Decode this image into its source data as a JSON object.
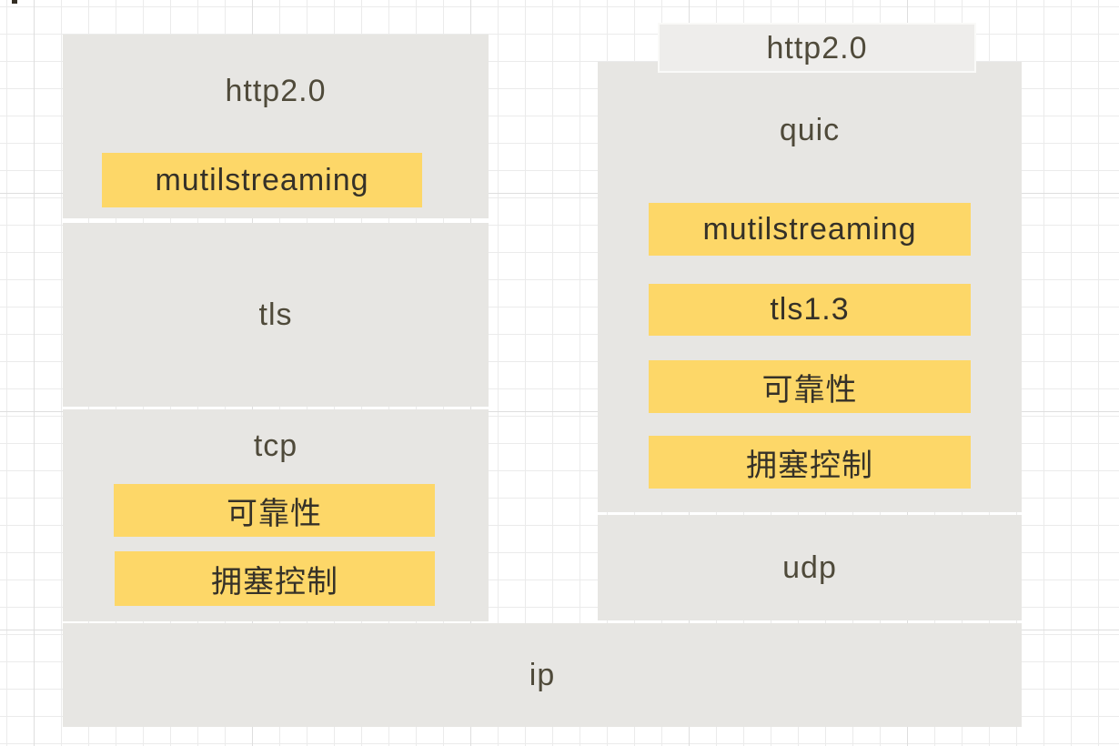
{
  "colors": {
    "layer_fill": "#e7e6e3",
    "feature_fill": "#fdd768",
    "overlay_fill": "#eeedeb",
    "label_text": "#4f4a3a",
    "feature_text": "#353128"
  },
  "stacks": {
    "left": {
      "layers": [
        {
          "label": "http2.0",
          "chips": [
            {
              "label": "mutilstreaming"
            }
          ]
        },
        {
          "label": "tls",
          "chips": []
        },
        {
          "label": "tcp",
          "chips": [
            {
              "label": "可靠性"
            },
            {
              "label": "拥塞控制"
            }
          ]
        }
      ]
    },
    "right": {
      "overlay": {
        "label": "http2.0"
      },
      "layers": [
        {
          "label": "quic",
          "chips": [
            {
              "label": "mutilstreaming"
            },
            {
              "label": "tls1.3"
            },
            {
              "label": "可靠性"
            },
            {
              "label": "拥塞控制"
            }
          ]
        },
        {
          "label": "udp",
          "chips": []
        }
      ]
    },
    "base": {
      "label": "ip"
    }
  }
}
